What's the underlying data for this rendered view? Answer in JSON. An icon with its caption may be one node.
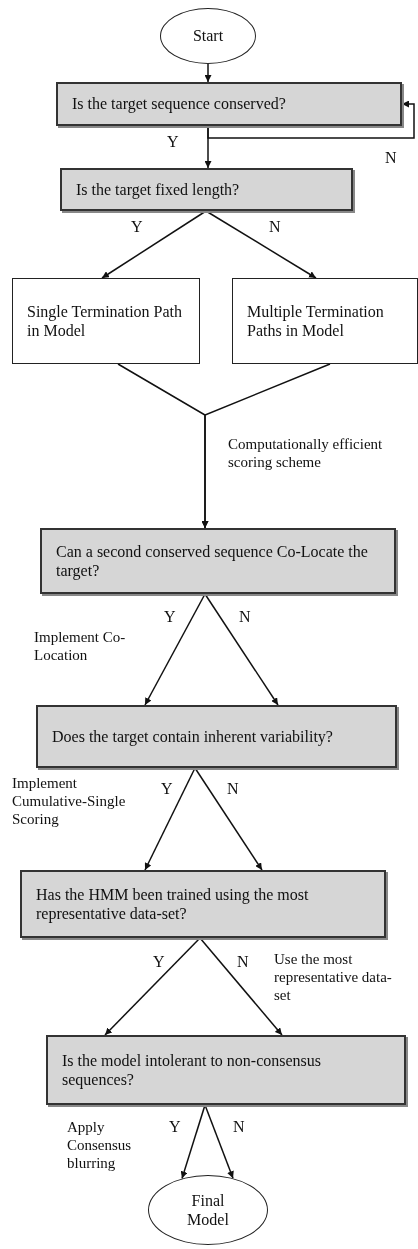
{
  "diagram": {
    "nodes": [
      {
        "text": [
          "Start"
        ]
      },
      {
        "text": [
          "Is the target sequence conserved?"
        ]
      },
      {
        "text": [
          "Is the target fixed length?"
        ]
      },
      {
        "text": [
          "Single Termination Path in Model"
        ]
      },
      {
        "text": [
          "Multiple Termination Paths in Model"
        ]
      },
      {
        "text": [
          "Can a second conserved sequence Co-Locate the target?"
        ]
      },
      {
        "text": [
          "Does the target contain inherent variability?"
        ]
      },
      {
        "text": [
          "Has the HMM been trained using the most representative data-set?"
        ]
      },
      {
        "text": [
          "Is the model intolerant to non-consensus sequences?"
        ]
      },
      {
        "text": [
          "Final Model"
        ]
      }
    ],
    "edges": [
      {
        "from": 0,
        "to": 1,
        "arrow": "to"
      },
      {
        "from": 1,
        "to": 2,
        "arrow": "to",
        "label": "Y"
      },
      {
        "from": 1,
        "to": 1,
        "arrow": "to",
        "label": "N"
      },
      {
        "from": 2,
        "to": 3,
        "arrow": "to",
        "label": "Y"
      },
      {
        "from": 2,
        "to": 4,
        "arrow": "to",
        "label": "N"
      },
      {
        "from": 3,
        "to": 5,
        "arrow": "to"
      },
      {
        "from": 4,
        "to": 5,
        "arrow": "to"
      },
      {
        "from": 5,
        "to": 6,
        "arrow": "to",
        "label": "Y"
      },
      {
        "from": 5,
        "to": 6,
        "arrow": "to",
        "label": "N"
      },
      {
        "from": 6,
        "to": 7,
        "arrow": "to",
        "label": "Y"
      },
      {
        "from": 6,
        "to": 7,
        "arrow": "to",
        "label": "N"
      },
      {
        "from": 7,
        "to": 8,
        "arrow": "to",
        "label": "Y"
      },
      {
        "from": 7,
        "to": 8,
        "arrow": "to",
        "label": "N"
      },
      {
        "from": 8,
        "to": 9,
        "arrow": "to",
        "label": "Y"
      },
      {
        "from": 8,
        "to": 9,
        "arrow": "to",
        "label": "N"
      }
    ],
    "labels": [
      "Computationally efficient scoring scheme",
      "Implement Co-Location",
      "Implement Cumulative-Single Scoring",
      "Use the most representative data-set",
      "Apply Consensus blurring"
    ]
  }
}
